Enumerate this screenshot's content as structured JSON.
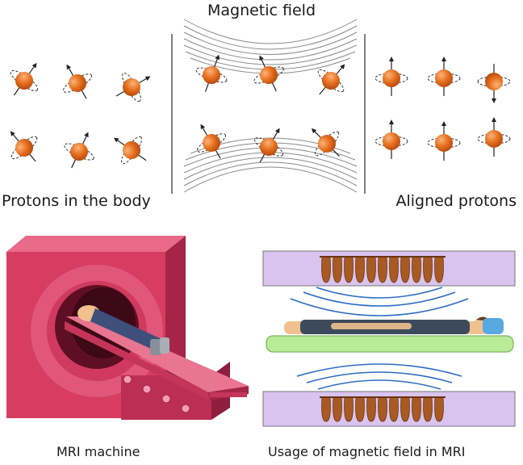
{
  "labels": {
    "magnetic_field": "Magnetic field",
    "protons_in_body": "Protons in the body",
    "aligned_protons": "Aligned protons",
    "mri_machine": "MRI machine",
    "usage": "Usage of magnetic field in MRI"
  },
  "colors": {
    "proton": "#e0681f",
    "proton_highlight": "#f5a26a",
    "machine": "#d63d61",
    "machine_dark": "#a9254a",
    "coil_plate": "#d9c3ef",
    "coil": "#a85a22",
    "bed": "#b8ec96",
    "field_lines": "#2c6cc4"
  },
  "icons": [
    "random-proton-icon",
    "aligned-proton-icon",
    "mri-scanner-icon",
    "patient-icon",
    "coil-icon"
  ]
}
